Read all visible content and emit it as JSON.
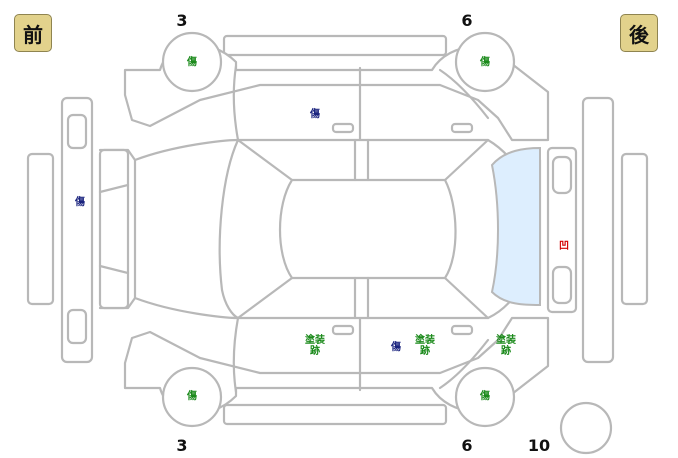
{
  "badges": {
    "front": "前",
    "rear": "後"
  },
  "labels": {
    "tire_front_top": "3",
    "tire_rear_top": "6",
    "tire_front_bottom": "3",
    "tire_rear_bottom": "6",
    "spare_tire": "10"
  },
  "marks": {
    "tire_front_top": "傷",
    "tire_rear_top": "傷",
    "tire_front_bottom": "傷",
    "tire_rear_bottom": "傷",
    "roof_side_top": "傷",
    "front_bumper": "傷",
    "rear_bumper_window": "凹",
    "front_door_bottom": "塗装\n跡",
    "center_bottom": "傷",
    "rear_door_bottom": "塗装\n跡",
    "rear_quarter_bottom": "塗装\n跡"
  },
  "colors": {
    "badge_fill": "#e2d28c",
    "outline": "#b8b8b8",
    "window_fill": "#ddeefe",
    "green_mark": "#1b8a1b",
    "blue_mark": "#1a237e",
    "red_mark": "#d40000"
  }
}
